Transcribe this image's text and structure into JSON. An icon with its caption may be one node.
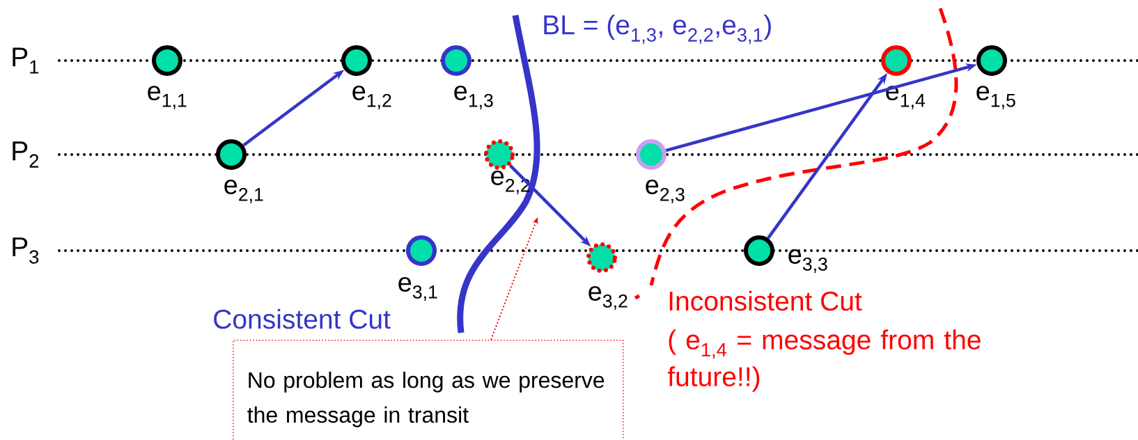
{
  "diagram": {
    "nodes": [
      {
        "text": [],
        "shape": "circle",
        "beside": [
          "e$_{1,1}$"
        ]
      },
      {
        "text": [],
        "shape": "circle",
        "beside": [
          "e$_{1,2}$"
        ]
      },
      {
        "text": [],
        "shape": "circle",
        "beside": [
          "e$_{1,3}$"
        ]
      },
      {
        "text": [],
        "shape": "circle",
        "beside": [
          "e$_{1,4}$"
        ]
      },
      {
        "text": [],
        "shape": "circle",
        "beside": [
          "e$_{1,5}$"
        ]
      },
      {
        "text": [],
        "shape": "circle",
        "beside": [
          "e$_{2,1}$"
        ]
      },
      {
        "text": [],
        "shape": "circle",
        "beside": [
          "e$_{2,2}$"
        ]
      },
      {
        "text": [],
        "shape": "circle",
        "beside": [
          "e$_{2,3}$"
        ]
      },
      {
        "text": [],
        "shape": "circle",
        "beside": [
          "e$_{3,1}$"
        ]
      },
      {
        "text": [],
        "shape": "circle",
        "beside": [
          "e$_{3,2}$"
        ]
      },
      {
        "text": [],
        "shape": "circle",
        "beside": [
          "e$_{3,3}$"
        ]
      },
      {
        "text": [
          "No problem as long as we preserve the message in transit"
        ]
      }
    ],
    "edges": [
      {
        "from": 5,
        "to": 1,
        "arrow": "to"
      },
      {
        "from": 6,
        "to": 9,
        "arrow": "to"
      },
      {
        "from": 7,
        "to": 4,
        "arrow": "to"
      },
      {
        "from": 10,
        "to": 3,
        "arrow": "to"
      },
      {
        "from": 11,
        "to": null,
        "arrow": "to",
        "style": "dashed",
        "color": "#ff0000"
      }
    ],
    "labels": [
      "BL = (e$_{1,3}$, e$_{2,2}$,e$_{3,1}$)",
      "P$_{1}$",
      "P$_{2}$",
      "P$_{3}$",
      "Consistent Cut",
      "Inconsistent Cut",
      "( e$_{1,4}$ = message from the future!!)"
    ]
  }
}
